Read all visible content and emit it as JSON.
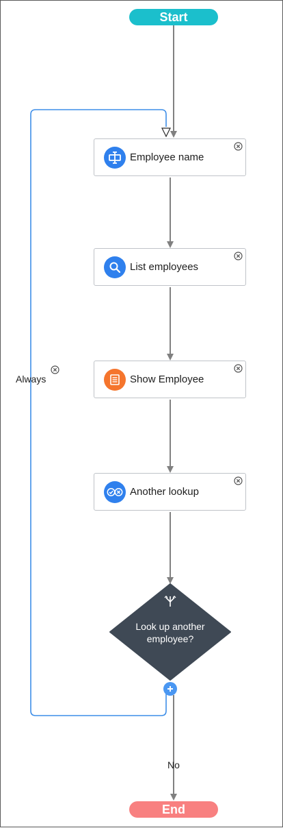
{
  "flow": {
    "start_label": "Start",
    "end_label": "End",
    "steps": [
      {
        "label": "Employee name",
        "icon": "form-field-icon",
        "color": "#2f80ed"
      },
      {
        "label": "List employees",
        "icon": "search-icon",
        "color": "#2f80ed"
      },
      {
        "label": "Show Employee",
        "icon": "document-icon",
        "color": "#f5752d"
      },
      {
        "label": "Another lookup",
        "icon": "check-cross-icon",
        "color": "#2f80ed"
      }
    ],
    "decision": {
      "label": "Look up another employee?",
      "icon": "branch-icon",
      "color": "#3f4955"
    },
    "edges": {
      "always_label": "Always",
      "no_label": "No"
    }
  },
  "colors": {
    "start": "#1bbfcc",
    "end": "#f88080",
    "connector": "#808080",
    "loop": "#3d8ee8",
    "add_button": "#4a97f2"
  }
}
